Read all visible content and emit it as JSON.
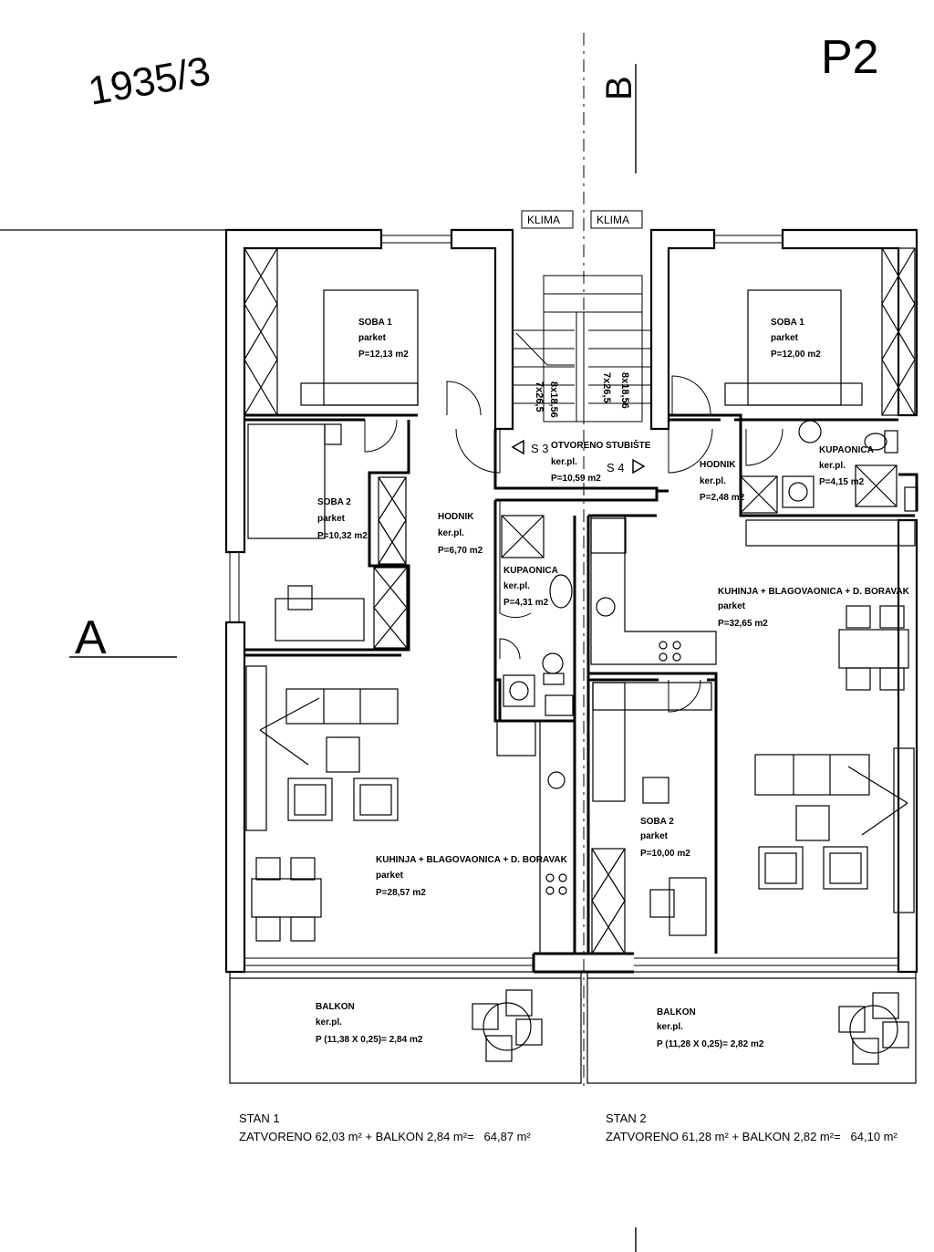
{
  "header": {
    "plot_number": "1935/3",
    "floor_label": "P2",
    "section_b": "B",
    "section_a": "A"
  },
  "klima": [
    "KLIMA",
    "KLIMA"
  ],
  "stairs": {
    "left_steps": [
      "8x18,56",
      "7x26,5"
    ],
    "right_steps": [
      "8x18,56",
      "7x26,5"
    ],
    "name": "OTVORENO STUBIŠTE",
    "floor": "ker.pl.",
    "area": "P=10,59 m2",
    "s3": "S 3",
    "s4": "S 4"
  },
  "flat1": {
    "soba1": {
      "name": "SOBA 1",
      "floor": "parket",
      "area": "P=12,13 m2"
    },
    "soba2": {
      "name": "SOBA 2",
      "floor": "parket",
      "area": "P=10,32 m2"
    },
    "hodnik": {
      "name": "HODNIK",
      "floor": "ker.pl.",
      "area": "P=6,70 m2"
    },
    "kupaonica": {
      "name": "KUPAONICA",
      "floor": "ker.pl.",
      "area": "P=4,31 m2"
    },
    "kuhinja": {
      "name": "KUHINJA + BLAGOVAONICA + D. BORAVAK",
      "floor": "parket",
      "area": "P=28,57 m2"
    },
    "balkon": {
      "name": "BALKON",
      "floor": "ker.pl.",
      "area": "P (11,38 X 0,25)= 2,84 m2"
    }
  },
  "flat2": {
    "soba1": {
      "name": "SOBA 1",
      "floor": "parket",
      "area": "P=12,00 m2"
    },
    "hodnik": {
      "name": "HODNIK",
      "floor": "ker.pl.",
      "area": "P=2,48 m2"
    },
    "kupaonica": {
      "name": "KUPAONICA",
      "floor": "ker.pl.",
      "area": "P=4,15 m2"
    },
    "kuhinja": {
      "name": "KUHINJA + BLAGOVAONICA + D. BORAVAK",
      "floor": "parket",
      "area": "P=32,65 m2"
    },
    "soba2": {
      "name": "SOBA 2",
      "floor": "parket",
      "area": "P=10,00 m2"
    },
    "balkon": {
      "name": "BALKON",
      "floor": "ker.pl.",
      "area": "P (11,28 X 0,25)= 2,82 m2"
    }
  },
  "summary": {
    "stan1_title": "STAN 1",
    "stan1_detail": "ZATVORENO 62,03 m² + BALKON 2,84 m²=   64,87 m²",
    "stan2_title": "STAN 2",
    "stan2_detail": "ZATVORENO 61,28 m² + BALKON 2,82 m²=   64,10 m²"
  }
}
